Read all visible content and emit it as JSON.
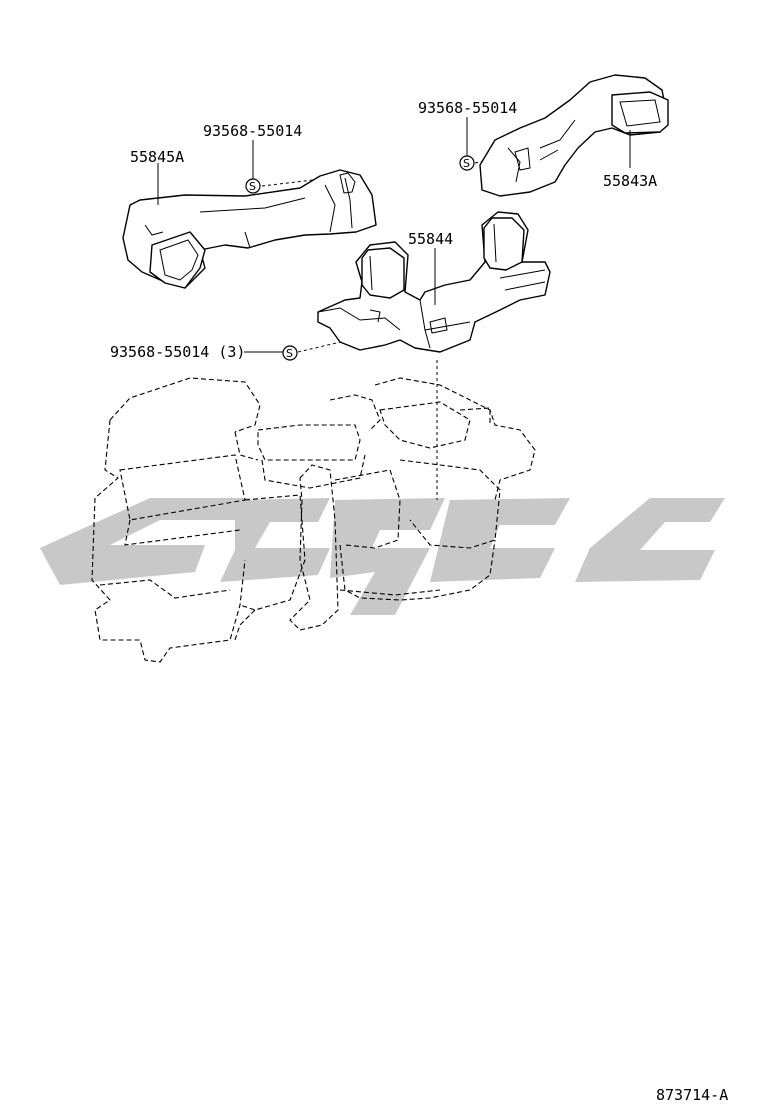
{
  "diagram": {
    "callouts": {
      "screw_left": "93568-55014",
      "duct_left": "55845A",
      "screw_right": "93568-55014",
      "duct_right": "55843A",
      "duct_center": "55844",
      "screw_center": "93568-55014 (3)"
    },
    "screw_symbol": "S",
    "reference_code": "873714-A",
    "colors": {
      "line": "#000000",
      "watermark": "#c8c8c8",
      "background": "#ffffff"
    }
  }
}
